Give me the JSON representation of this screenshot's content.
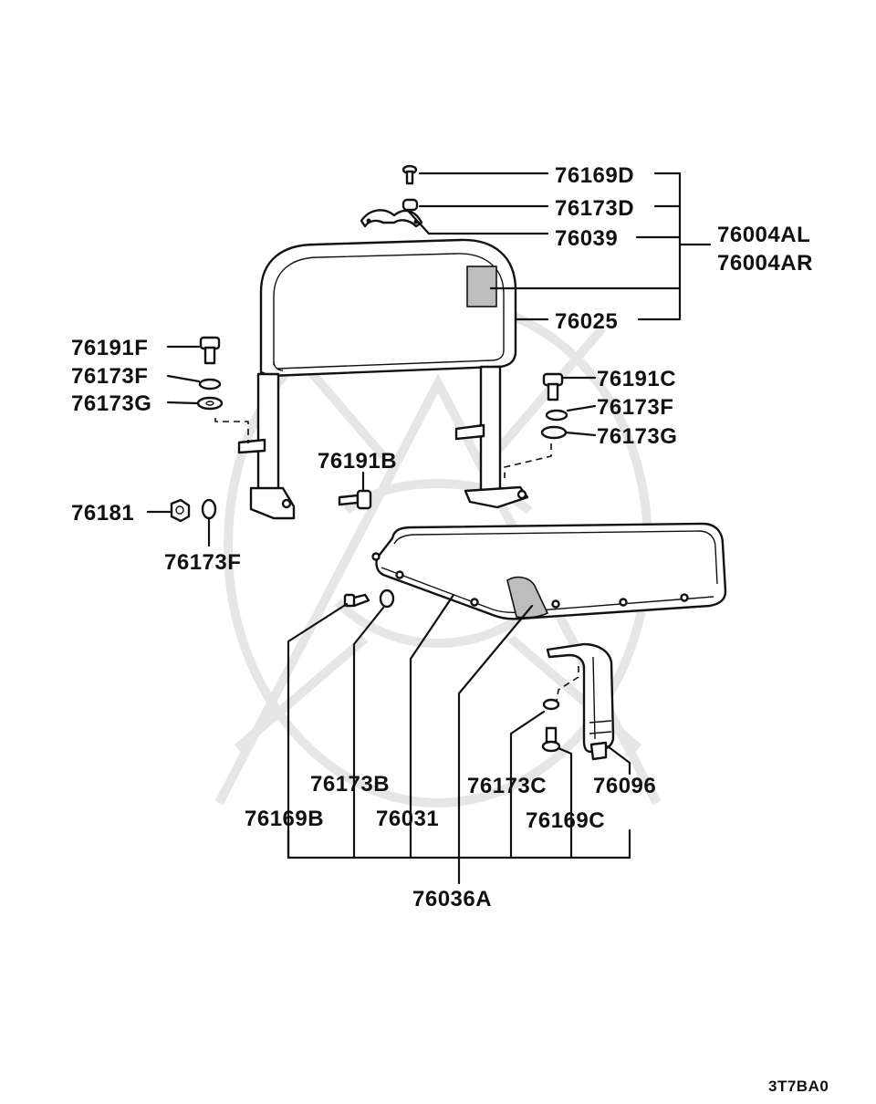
{
  "diagram": {
    "colors": {
      "ink": "#111111",
      "background": "#ffffff",
      "watermark": "#e6e6e6"
    },
    "labels": {
      "p76169D": "76169D",
      "p76173D": "76173D",
      "p76039": "76039",
      "p76004AL": "76004AL",
      "p76004AR": "76004AR",
      "p76025": "76025",
      "p76191F": "76191F",
      "p76173F_left": "76173F",
      "p76173G_left": "76173G",
      "p76191C": "76191C",
      "p76173F_right": "76173F",
      "p76173G_right": "76173G",
      "p76191B": "76191B",
      "p76181": "76181",
      "p76173F_bottom": "76173F",
      "p76173B": "76173B",
      "p76169B": "76169B",
      "p76031": "76031",
      "p76173C": "76173C",
      "p76096": "76096",
      "p76169C": "76169C",
      "p76036A": "76036A"
    },
    "diagram_code": "3T7BA0"
  }
}
